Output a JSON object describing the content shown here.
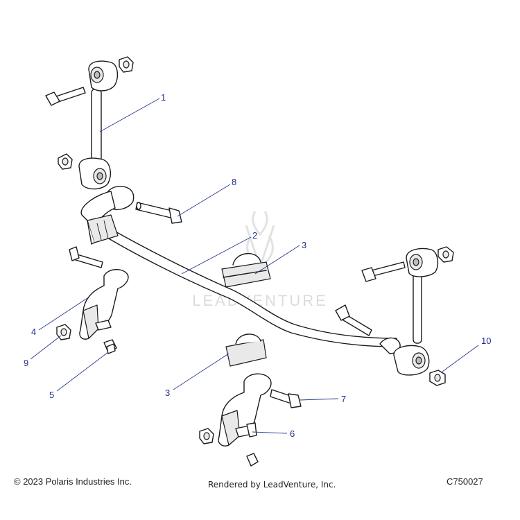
{
  "footer": {
    "copyright": "© 2023 Polaris Industries Inc.",
    "rendered_by": "Rendered by LeadVenture, Inc.",
    "diagram_code": "C750027"
  },
  "watermark": {
    "text": "LEADVENTURE"
  },
  "callouts": [
    "1",
    "2",
    "3",
    "3",
    "4",
    "5",
    "6",
    "7",
    "8",
    "9",
    "10"
  ],
  "colors": {
    "callout": "#1f2f8f",
    "line": "#1a1a1a",
    "watermark": "#dcdcdc"
  }
}
